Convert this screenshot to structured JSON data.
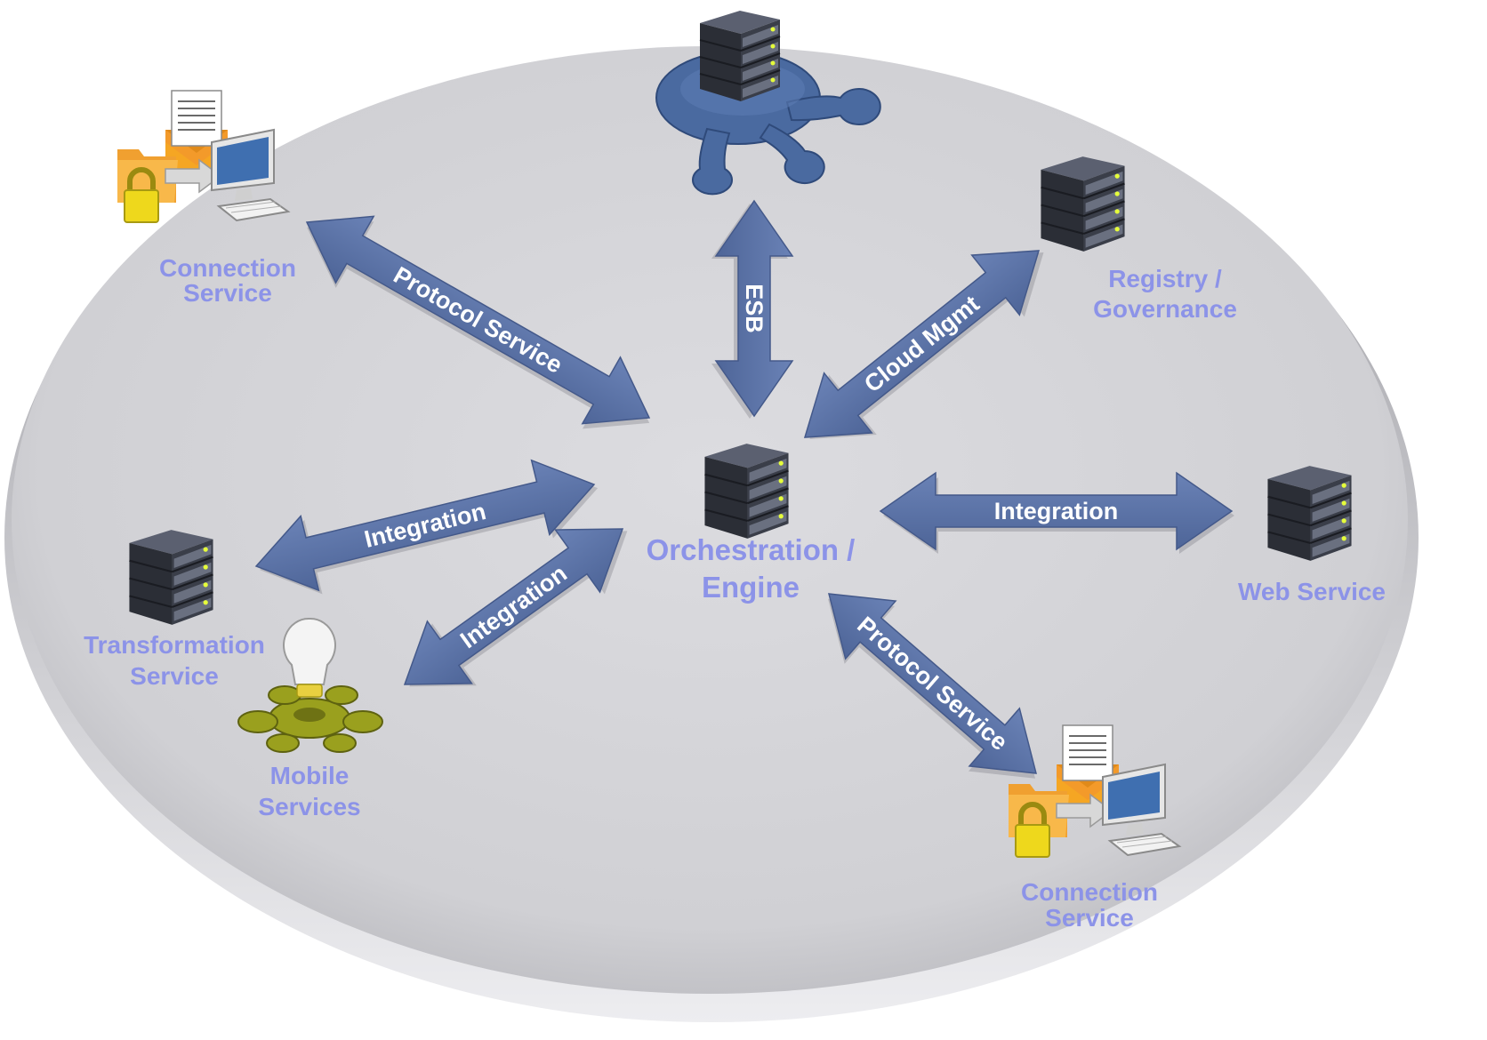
{
  "nodes": {
    "esb_hub": {
      "icon": "esb-hub-server-icon"
    },
    "connection_service_top": {
      "icon": "connection-service-icon",
      "label_lines": [
        "Connection",
        "Service"
      ]
    },
    "registry": {
      "icon": "server-rack-icon",
      "label_lines": [
        "Registry /",
        "Governance"
      ]
    },
    "orchestration": {
      "icon": "server-rack-icon",
      "label_lines": [
        "Orchestration /",
        "Engine"
      ]
    },
    "web_service": {
      "icon": "server-rack-icon",
      "label_lines": [
        "Web Service"
      ]
    },
    "transformation": {
      "icon": "server-rack-icon",
      "label_lines": [
        "Transformation",
        "Service"
      ]
    },
    "mobile": {
      "icon": "mobile-hub-lightbulb-icon",
      "label_lines": [
        "Mobile",
        "Services"
      ]
    },
    "connection_service_bottom": {
      "icon": "connection-service-icon",
      "label_lines": [
        "Connection",
        "Service"
      ]
    }
  },
  "connections": [
    {
      "id": "protocol-top",
      "label": "Protocol Service"
    },
    {
      "id": "esb",
      "label": "ESB"
    },
    {
      "id": "cloud",
      "label": "Cloud Mgmt"
    },
    {
      "id": "integration-right",
      "label": "Integration"
    },
    {
      "id": "integration-left",
      "label": "Integration"
    },
    {
      "id": "integration-mobile",
      "label": "Integration"
    },
    {
      "id": "protocol-bottom",
      "label": "Protocol Service"
    }
  ],
  "colors": {
    "platform": "#d2d2d6",
    "arrow": "#5a72a8",
    "label": "#8c93e8",
    "server": "#33363f",
    "esb_hub": "#4a6aa0",
    "mobile_hub": "#9aa01e",
    "folder": "#f5a623",
    "lock": "#e8d21a",
    "monitor": "#3f6fb0"
  }
}
